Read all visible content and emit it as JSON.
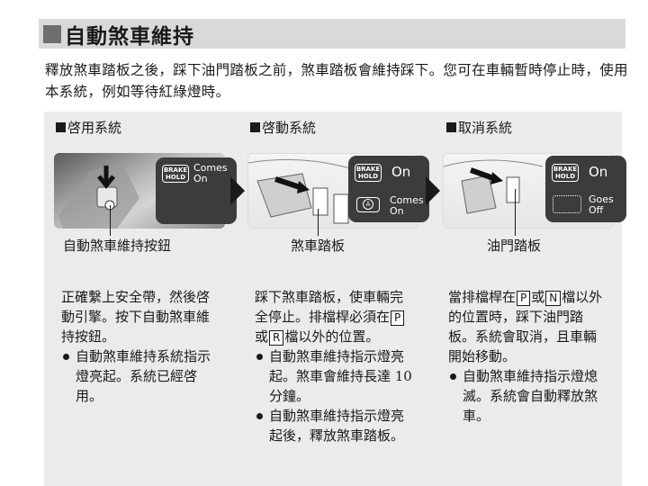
{
  "title": "自動煞車維持",
  "intro": "釋放煞車踏板之後，踩下油門踏板之前，煞車踏板會維持踩下。您可在車輛暫時停止時，使用本系統，例如等待紅綠燈時。",
  "columns": [
    {
      "heading": "啓用系統",
      "indicator_badge": "BRAKE\nHOLD",
      "indicator_status": "Comes On",
      "caption": "自動煞車維持按鈕",
      "body": "正確繫上安全帶，然後啓動引擎。按下自動煞車維持按鈕。",
      "bullets": [
        "自動煞車維持系統指示燈亮起。系統已經啓用。"
      ]
    },
    {
      "heading": "啓動系統",
      "indicator_badge": "BRAKE\nHOLD",
      "indicator_status": "On",
      "indicator2_status": "Comes On",
      "indicator2_icon": "A",
      "caption": "煞車踏板",
      "body_before": "踩下煞車踏板，使車輛完全停止。排檔桿必須在",
      "key_p": "P",
      "key_or": "或",
      "key_r": "R",
      "body_after": "檔以外的位置。",
      "bullets": [
        "自動煞車維持指示燈亮起。煞車會維持長達 10 分鐘。",
        "自動煞車維持指示燈亮起後，釋放煞車踏板。"
      ]
    },
    {
      "heading": "取消系統",
      "indicator_badge": "BRAKE\nHOLD",
      "indicator_status": "On",
      "indicator2_status": "Goes Off",
      "caption": "油門踏板",
      "body_before": "當排檔桿在",
      "key_p": "P",
      "key_or": "或",
      "key_n": "N",
      "body_after": "檔以外的位置時，踩下油門踏板。系統會取消，且車輛開始移動。",
      "bullets": [
        "自動煞車維持指示燈熄滅。系統會自動釋放煞車。"
      ]
    }
  ]
}
